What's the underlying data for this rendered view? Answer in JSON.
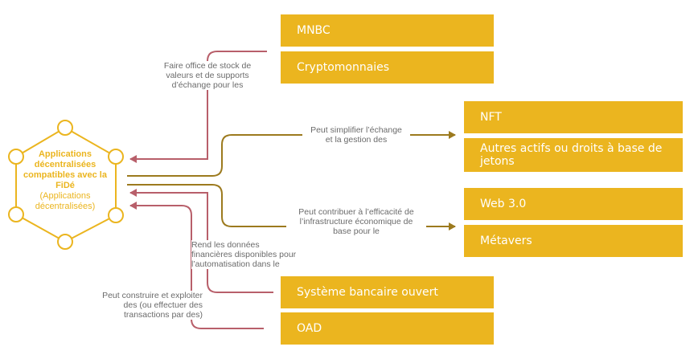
{
  "hub": {
    "title": "Applications décentralisées compatibles avec la FiDé",
    "subtitle": "(Applications décentralisées)"
  },
  "boxes": {
    "mnbc": "MNBC",
    "crypto": "Cryptomonnaies",
    "nft": "NFT",
    "autres": "Autres actifs ou droits à base de jetons",
    "web3": "Web 3.0",
    "metavers": "Métavers",
    "banque": "Système bancaire ouvert",
    "oad": "OAD"
  },
  "labels": {
    "stock": "Faire office de stock de\nvaleurs et de supports\nd’échange pour les",
    "simplifier": "Peut simplifier l’échange\net la gestion des",
    "contribuer": "Peut contribuer à l’efficacité de\nl’infrastructure économique de\nbase pour le",
    "donnees": "Rend les données\nfinancières disponibles pour\nl’automatisation dans le",
    "construire": "Peut construire et exploiter\ndes (ou effectuer des\ntransactions par des)"
  },
  "colors": {
    "box": "#EBB51F",
    "arrow_olive": "#9C7A1E",
    "arrow_red": "#B85F6A",
    "label_text": "#6b6b6b"
  }
}
